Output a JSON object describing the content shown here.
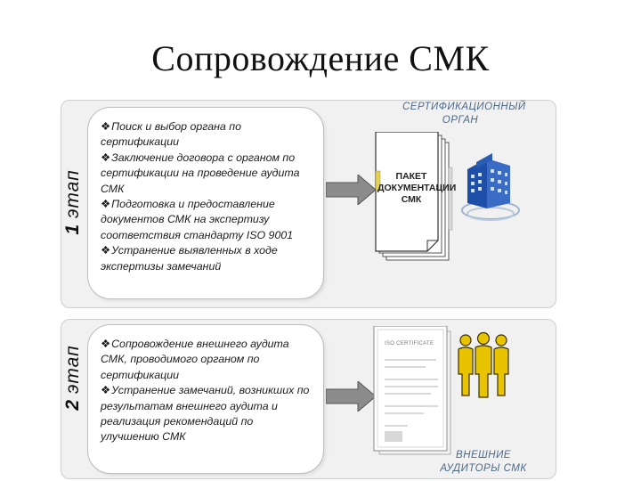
{
  "title": "Сопровождение СМК",
  "stages": [
    {
      "number": "1",
      "label": "этап",
      "items": [
        "Поиск и выбор органа по сертификации",
        "Заключение договора с органом по сертификации на проведение аудита СМК",
        "Подготовка и предоставление документов СМК на экспертизу соответствия стандарту ISO 9001",
        "Устранение выявленных в ходе экспертизы замечаний"
      ],
      "item_lines": [
        [
          "Поиск и выбор органа по",
          "сертификации"
        ],
        [
          "Заключение договора с органом по",
          "сертификации на проведение аудита",
          "СМК"
        ],
        [
          "Подготовка и предоставление",
          "документов СМК на экспертизу",
          "соответствия стандарту ISO 9001"
        ],
        [
          "Устранение выявленных в ходе",
          "экспертизы замечаний"
        ]
      ]
    },
    {
      "number": "2",
      "label": "этап",
      "item_lines": [
        [
          "Сопровождение внешнего аудита",
          "СМК, проводимого органом по",
          "сертификации"
        ],
        [
          "Устранение замечаний, возникших по",
          "результатам внешнего аудита и",
          "реализация рекомендаций по",
          "улучшению  СМК"
        ]
      ]
    }
  ],
  "right": {
    "org_label_lines": [
      "СЕРТИФИКАЦИОННЫЙ",
      "ОРГАН"
    ],
    "doc_lines": [
      "ПАКЕТ",
      "ДОКУМЕНТАЦИИ",
      "СМК"
    ],
    "cert_title": "ISO CERTIFICATE",
    "auditors_label_lines": [
      "ВНЕШНИЕ",
      "АУДИТОРЫ СМК"
    ]
  },
  "icons": {
    "bullet": "diamond-bullet",
    "arrow": "arrow-right-icon",
    "building": "building-icon",
    "people": "people-icon",
    "document": "document-stack-icon",
    "certificate": "certificate-icon"
  },
  "colors": {
    "building_blue": "#1e4fa8",
    "people_yellow": "#e8c400",
    "label_blue": "#4b6a8a",
    "arrow_gray": "#8a8a8a"
  }
}
